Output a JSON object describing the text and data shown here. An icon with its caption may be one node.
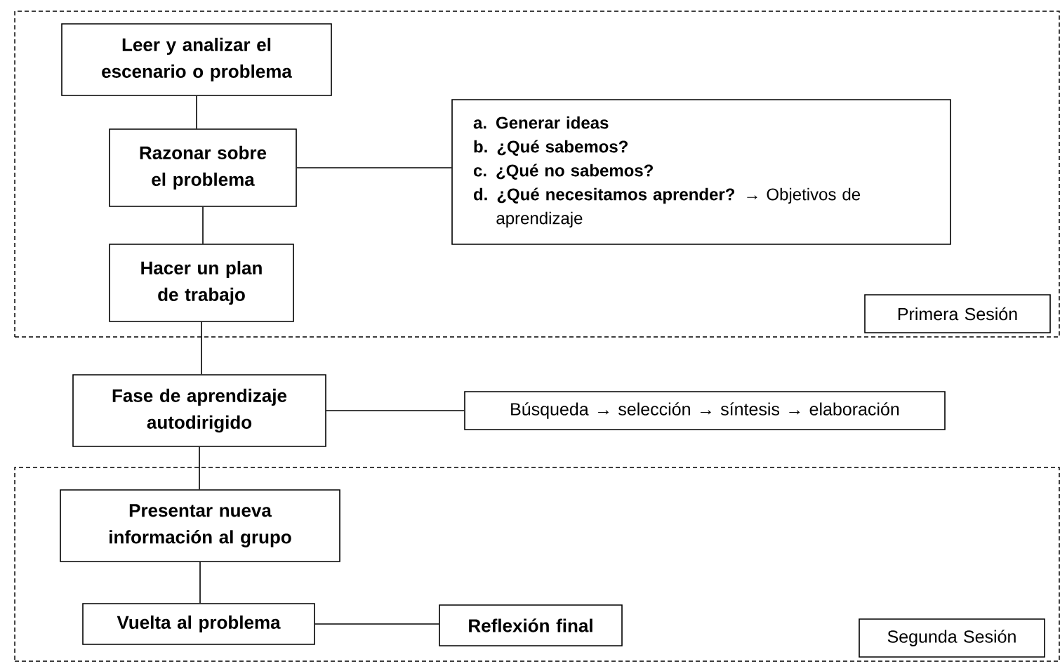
{
  "diagram": {
    "nodes": [
      {
        "text": [],
        "shape": "box"
      },
      {
        "text": [
          "Leer y analizar el escenario o problema"
        ],
        "in": 0
      },
      {
        "text": [
          "Razonar sobre el problema"
        ],
        "in": 0
      },
      {
        "text": [
          "**a. Generar ideas**",
          "**b. ¿Qué sabemos?**",
          "**c. ¿Qué no sabemos?**",
          "**d. ¿Qué necesitamos aprender?** → Objetivos de aprendizaje"
        ],
        "in": 0
      },
      {
        "text": [
          "Hacer un plan de trabajo"
        ],
        "in": 0
      },
      {
        "text": [
          "Primera Sesión"
        ],
        "in": 0
      },
      {
        "text": [
          "Fase de aprendizaje autodirigido"
        ]
      },
      {
        "text": [
          "Búsqueda → selección → síntesis → elaboración"
        ]
      },
      {
        "text": [],
        "shape": "box"
      },
      {
        "text": [
          "Presentar nueva información al grupo"
        ],
        "in": 8
      },
      {
        "text": [
          "Vuelta al problema"
        ],
        "in": 8
      },
      {
        "text": [
          "Reflexión final"
        ],
        "in": 8
      },
      {
        "text": [
          "Segunda Sesión"
        ],
        "in": 8
      }
    ],
    "edges": [
      {
        "from": 1,
        "to": 2,
        "arrow": "none"
      },
      {
        "from": 2,
        "to": 3,
        "arrow": "none"
      },
      {
        "from": 2,
        "to": 4,
        "arrow": "none"
      },
      {
        "from": 4,
        "to": 6,
        "arrow": "none"
      },
      {
        "from": 6,
        "to": 7,
        "arrow": "none"
      },
      {
        "from": 6,
        "to": 9,
        "arrow": "none"
      },
      {
        "from": 9,
        "to": 10,
        "arrow": "none"
      },
      {
        "from": 10,
        "to": 11,
        "arrow": "none"
      }
    ]
  }
}
